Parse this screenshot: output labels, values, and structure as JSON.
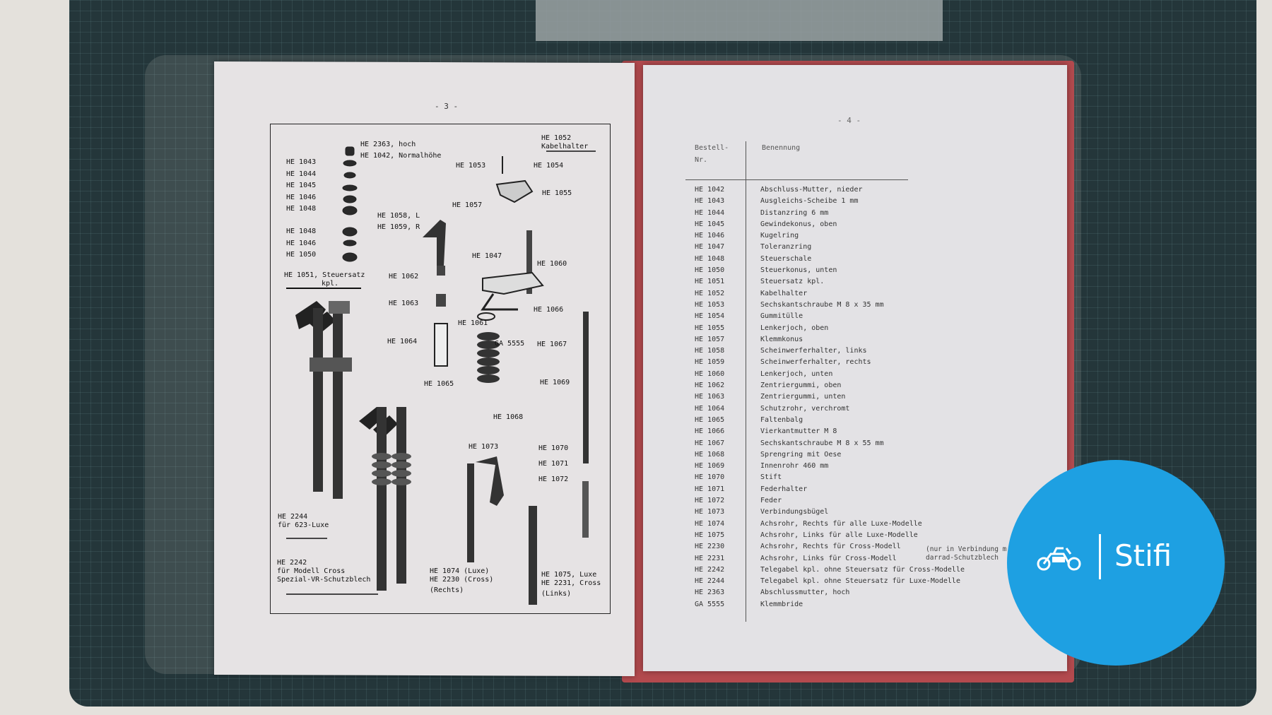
{
  "left_page": {
    "page_number": "- 3 -",
    "labels": [
      {
        "id": "he2363",
        "text": "HE 2363, hoch"
      },
      {
        "id": "he1042",
        "text": "HE 1042, Normalhöhe"
      },
      {
        "id": "he1052a",
        "text": "HE 1052"
      },
      {
        "id": "he1052b",
        "text": "Kabelhalter"
      },
      {
        "id": "he1043",
        "text": "HE 1043"
      },
      {
        "id": "he1044",
        "text": "HE 1044"
      },
      {
        "id": "he1045",
        "text": "HE 1045"
      },
      {
        "id": "he1046a",
        "text": "HE 1046"
      },
      {
        "id": "he1048a",
        "text": "HE 1048"
      },
      {
        "id": "he1048b",
        "text": "HE 1048"
      },
      {
        "id": "he1046b",
        "text": "HE 1046"
      },
      {
        "id": "he1050",
        "text": "HE 1050"
      },
      {
        "id": "he1051a",
        "text": "HE 1051, Steuersatz"
      },
      {
        "id": "he1051b",
        "text": "kpl."
      },
      {
        "id": "he1053",
        "text": "HE 1053"
      },
      {
        "id": "he1054",
        "text": "HE 1054"
      },
      {
        "id": "he1055",
        "text": "HE 1055"
      },
      {
        "id": "he1057",
        "text": "HE 1057"
      },
      {
        "id": "he1058",
        "text": "HE 1058, L"
      },
      {
        "id": "he1059",
        "text": "HE 1059, R"
      },
      {
        "id": "he1047",
        "text": "HE 1047"
      },
      {
        "id": "he1060",
        "text": "HE 1060"
      },
      {
        "id": "he1062",
        "text": "HE 1062"
      },
      {
        "id": "he1063",
        "text": "HE 1063"
      },
      {
        "id": "he1061",
        "text": "HE 1061"
      },
      {
        "id": "he1066",
        "text": "HE 1066"
      },
      {
        "id": "he1064",
        "text": "HE 1064"
      },
      {
        "id": "ga5555",
        "text": "GA 5555"
      },
      {
        "id": "he1067",
        "text": "HE 1067"
      },
      {
        "id": "he1065",
        "text": "HE 1065"
      },
      {
        "id": "he1069",
        "text": "HE 1069"
      },
      {
        "id": "he1068",
        "text": "HE 1068"
      },
      {
        "id": "he1073",
        "text": "HE 1073"
      },
      {
        "id": "he1070",
        "text": "HE 1070"
      },
      {
        "id": "he1071",
        "text": "HE 1071"
      },
      {
        "id": "he1072",
        "text": "HE 1072"
      },
      {
        "id": "he2244a",
        "text": "HE 2244"
      },
      {
        "id": "he2244b",
        "text": "für 623-Luxe"
      },
      {
        "id": "he2242a",
        "text": "HE 2242"
      },
      {
        "id": "he2242b",
        "text": "für Modell Cross"
      },
      {
        "id": "he2242c",
        "text": "Spezial-VR-Schutzblech"
      },
      {
        "id": "he1074a",
        "text": "HE 1074 (Luxe)"
      },
      {
        "id": "he1074b",
        "text": "HE 2230 (Cross)"
      },
      {
        "id": "he1074c",
        "text": "(Rechts)"
      },
      {
        "id": "he1075a",
        "text": "HE 1075, Luxe"
      },
      {
        "id": "he1075b",
        "text": "HE 2231, Cross"
      },
      {
        "id": "he1075c",
        "text": "(Links)"
      }
    ]
  },
  "right_page": {
    "page_number": "- 4 -",
    "col_nr_1": "Bestell-",
    "col_nr_2": "Nr.",
    "col_name": "Benennung",
    "rows": [
      {
        "nr": "HE 1042",
        "name": "Abschluss-Mutter, nieder"
      },
      {
        "nr": "HE 1043",
        "name": "Ausgleichs-Scheibe 1 mm"
      },
      {
        "nr": "HE 1044",
        "name": "Distanzring 6 mm"
      },
      {
        "nr": "HE 1045",
        "name": "Gewindekonus, oben"
      },
      {
        "nr": "HE 1046",
        "name": "Kugelring"
      },
      {
        "nr": "HE 1047",
        "name": "Toleranzring"
      },
      {
        "nr": "HE 1048",
        "name": "Steuerschale"
      },
      {
        "nr": "HE 1050",
        "name": "Steuerkonus, unten"
      },
      {
        "nr": "HE 1051",
        "name": "Steuersatz kpl."
      },
      {
        "nr": "HE 1052",
        "name": "Kabelhalter"
      },
      {
        "nr": "HE 1053",
        "name": "Sechskantschraube M 8 x 35 mm"
      },
      {
        "nr": "HE 1054",
        "name": "Gummitülle"
      },
      {
        "nr": "HE 1055",
        "name": "Lenkerjoch, oben"
      },
      {
        "nr": "HE 1057",
        "name": "Klemmkonus"
      },
      {
        "nr": "HE 1058",
        "name": "Scheinwerferhalter, links"
      },
      {
        "nr": "HE 1059",
        "name": "Scheinwerferhalter, rechts"
      },
      {
        "nr": "HE 1060",
        "name": "Lenkerjoch, unten"
      },
      {
        "nr": "HE 1062",
        "name": "Zentriergummi, oben"
      },
      {
        "nr": "HE 1063",
        "name": "Zentriergummi, unten"
      },
      {
        "nr": "HE 1064",
        "name": "Schutzrohr, verchromt"
      },
      {
        "nr": "HE 1065",
        "name": "Faltenbalg"
      },
      {
        "nr": "HE 1066",
        "name": "Vierkantmutter M 8"
      },
      {
        "nr": "HE 1067",
        "name": "Sechskantschraube M 8 x 55 mm"
      },
      {
        "nr": "HE 1068",
        "name": "Sprengring mit Oese"
      },
      {
        "nr": "HE 1069",
        "name": "Innenrohr 460 mm"
      },
      {
        "nr": "HE 1070",
        "name": "Stift"
      },
      {
        "nr": "HE 1071",
        "name": "Federhalter"
      },
      {
        "nr": "HE 1072",
        "name": "Feder"
      },
      {
        "nr": "HE 1073",
        "name": "Verbindungsbügel"
      },
      {
        "nr": "HE 1074",
        "name": "Achsrohr, Rechts für alle Luxe-Modelle"
      },
      {
        "nr": "HE 1075",
        "name": "Achsrohr, Links für alle Luxe-Modelle"
      },
      {
        "nr": "HE 2230",
        "name": "Achsrohr, Rechts für Cross-Modell"
      },
      {
        "nr": "HE 2231",
        "name": "Achsrohr, Links für Cross-Modell"
      },
      {
        "nr": "HE 2242",
        "name": "Telegabel kpl. ohne Steuersatz für Cross-Modelle"
      },
      {
        "nr": "HE 2244",
        "name": "Telegabel kpl. ohne Steuersatz für Luxe-Modelle"
      },
      {
        "nr": "HE 2363",
        "name": "Abschlussmutter, hoch"
      },
      {
        "nr": "GA 5555",
        "name": "Klemmbride"
      }
    ],
    "note_1": "(nur in Verbindung m",
    "note_2": "darrad-Schutzblech"
  },
  "badge": {
    "text": "Stifi",
    "icon": "moped-icon",
    "color": "#1ea0e2"
  }
}
